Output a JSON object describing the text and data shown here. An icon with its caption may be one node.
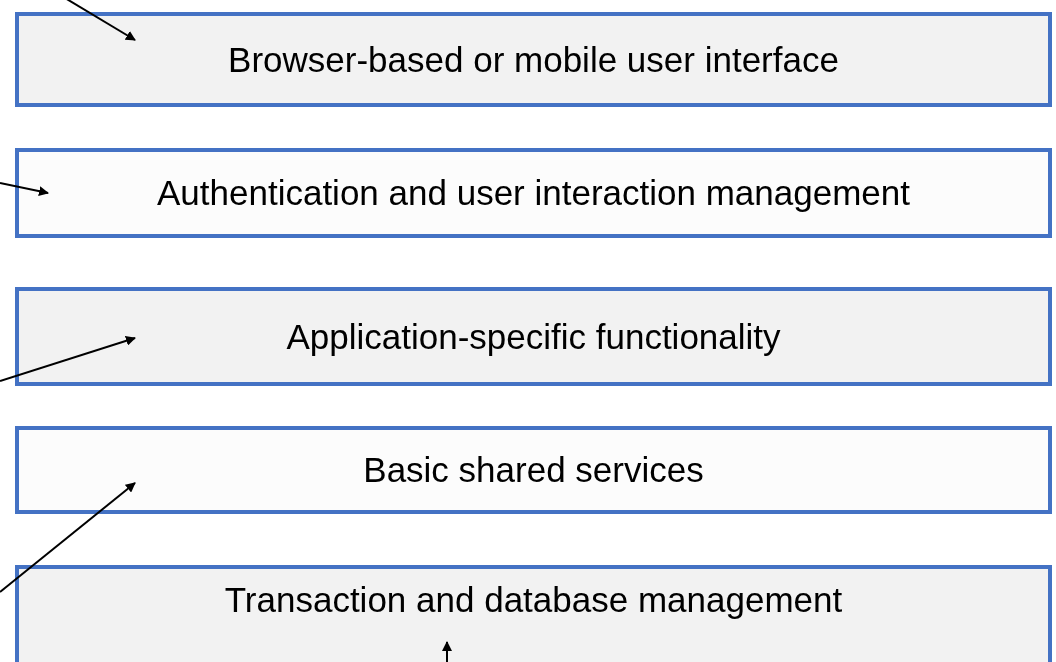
{
  "diagram": {
    "nodes": [
      {
        "text": [
          "Browser-based or mobile user interface"
        ]
      },
      {
        "text": [
          "Authentication and user interaction management"
        ]
      },
      {
        "text": [
          "Application-specific functionality"
        ]
      },
      {
        "text": [
          "Basic shared services"
        ]
      },
      {
        "text": [
          "Transaction and database management"
        ]
      }
    ],
    "edges": [
      {
        "from": null,
        "to": 0,
        "arrow": "to"
      },
      {
        "from": null,
        "to": 1,
        "arrow": "to"
      },
      {
        "from": null,
        "to": 2,
        "arrow": "to"
      },
      {
        "from": null,
        "to": 3,
        "arrow": "to"
      },
      {
        "from": null,
        "to": 4,
        "arrow": "to"
      }
    ]
  }
}
